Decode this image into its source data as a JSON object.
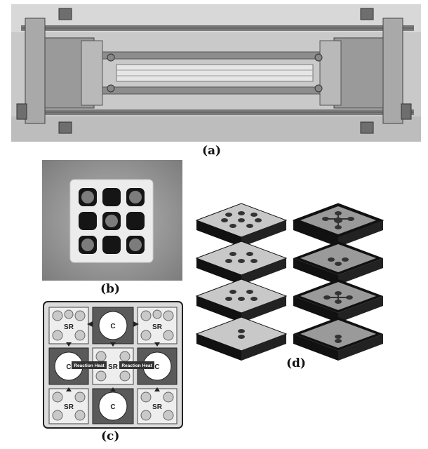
{
  "figure": {
    "panels": [
      {
        "label": "(a)",
        "content": "photo of metal clamping fixture with threaded rods"
      },
      {
        "label": "(b)",
        "content": "photo of 3x3 honeycomb cell block"
      },
      {
        "label": "(c)",
        "content": "schematic of cell arrangement",
        "schematic": {
          "sr_label": "SR",
          "c_label": "C",
          "heat_label_left": "Reaction Heat",
          "heat_label_right": "Reaction Heat",
          "grid": [
            [
              "SR",
              "C",
              "SR"
            ],
            [
              "C",
              "SR",
              "C"
            ],
            [
              "SR",
              "C",
              "SR"
            ]
          ]
        }
      },
      {
        "label": "(d)",
        "content": "exploded layer stack diagram"
      }
    ]
  }
}
